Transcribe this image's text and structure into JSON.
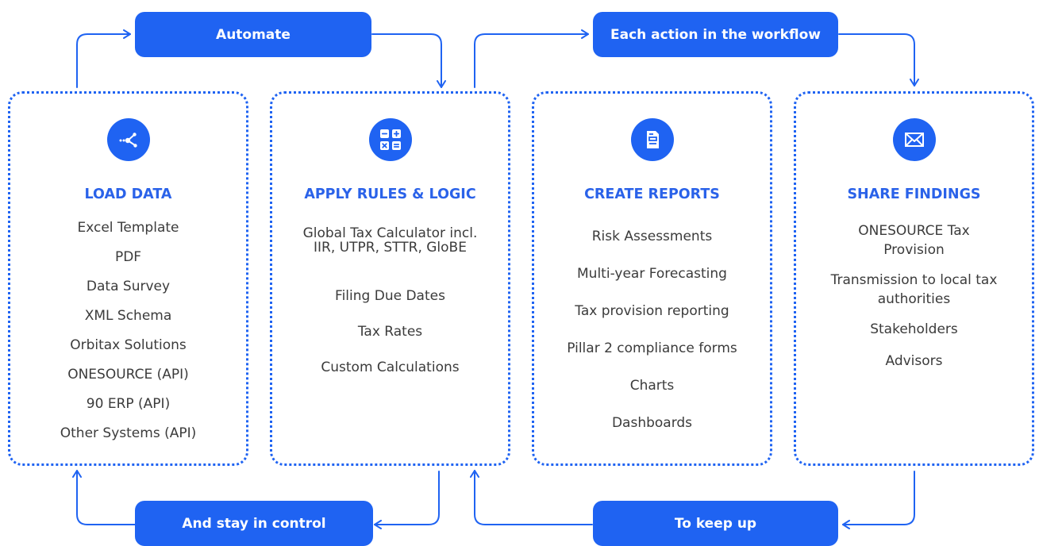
{
  "flow": {
    "automate": "Automate",
    "each_action": "Each action in the workflow",
    "stay_in_control": "And stay in control",
    "keep_up": "To keep up"
  },
  "cards": [
    {
      "icon": "network-nodes-icon",
      "title": "LOAD DATA",
      "items": [
        "Excel Template",
        "PDF",
        "Data Survey",
        "XML Schema",
        "Orbitax Solutions",
        "ONESOURCE (API)",
        "90 ERP (API)",
        "Other Systems (API)"
      ]
    },
    {
      "icon": "calculator-icon",
      "title": "APPLY RULES & LOGIC",
      "items": [
        "Global Tax Calculator incl.",
        "IIR, UTPR, STTR, GloBE",
        "Filing Due Dates",
        "Tax Rates",
        "Custom Calculations"
      ]
    },
    {
      "icon": "report-document-icon",
      "title": "CREATE REPORTS",
      "items": [
        "Risk Assessments",
        "Multi-year Forecasting",
        "Tax provision reporting",
        "Pillar 2 compliance forms",
        "Charts",
        "Dashboards"
      ]
    },
    {
      "icon": "envelope-icon",
      "title": "SHARE FINDINGS",
      "items": [
        "ONESOURCE Tax",
        "Provision",
        "Transmission to local tax",
        "authorities",
        "Stakeholders",
        "Advisors"
      ]
    }
  ],
  "colors": {
    "accent": "#1f63f2",
    "title": "#2a62e9",
    "text": "#3b3b3b"
  }
}
